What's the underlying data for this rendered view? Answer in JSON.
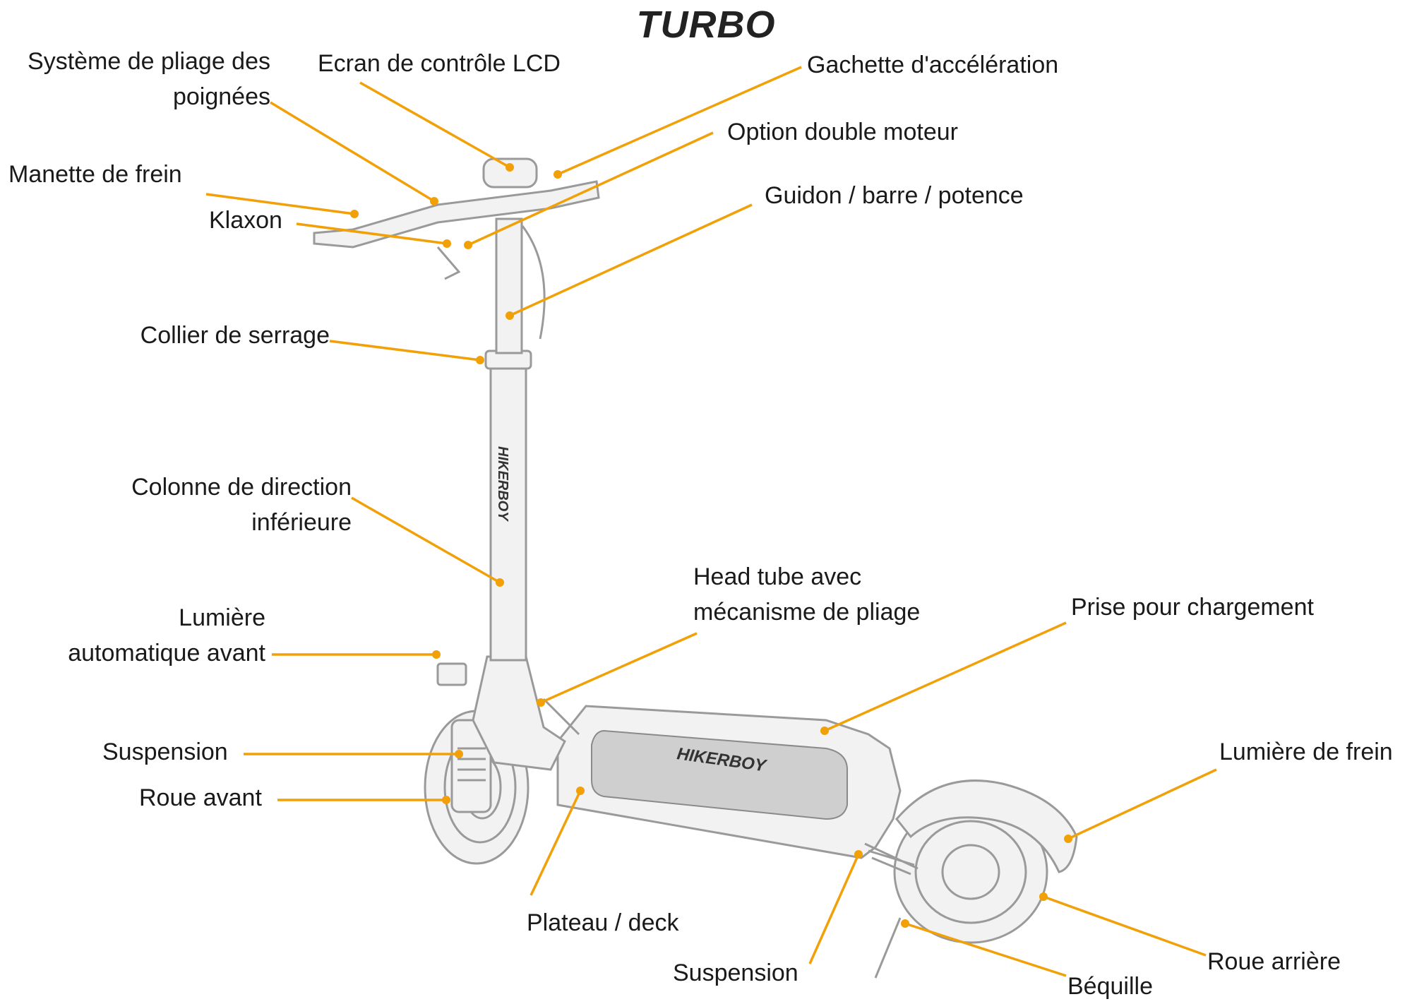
{
  "title": "TURBO",
  "brand": "HIKERBOY",
  "accent_color": "#f2a007",
  "labels": {
    "folding_grips": "Système de pliage des\npoignées",
    "lcd": "Ecran de contrôle LCD",
    "throttle": "Gachette d'accélération",
    "dual_motor": "Option double moteur",
    "brake_lever": "Manette de frein",
    "handlebar": "Guidon / barre / potence",
    "horn": "Klaxon",
    "clamp": "Collier de serrage",
    "lower_column": "Colonne de direction\ninférieure",
    "head_tube": "Head tube avec\nmécanisme de pliage",
    "charging_port": "Prise pour chargement",
    "front_light": "Lumière\nautomatique avant",
    "brake_light": "Lumière de frein",
    "front_suspension": "Suspension",
    "front_wheel": "Roue avant",
    "deck": "Plateau / deck",
    "rear_wheel": "Roue arrière",
    "rear_suspension": "Suspension",
    "kickstand": "Béquille"
  }
}
